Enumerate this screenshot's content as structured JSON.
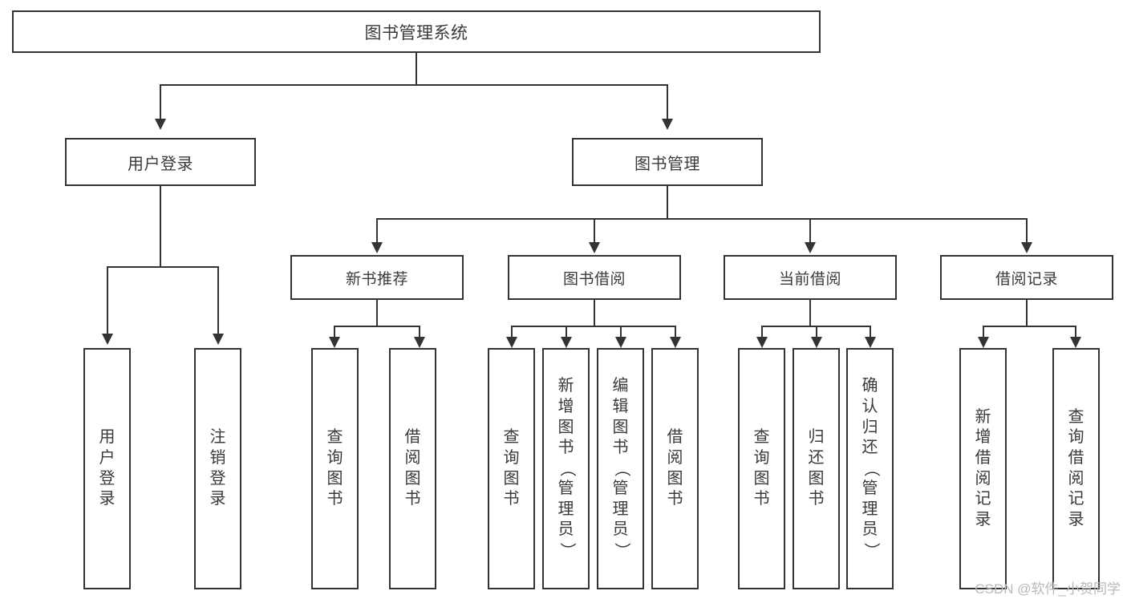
{
  "diagram": {
    "title": "图书管理系统",
    "type": "tree",
    "watermark": "CSDN @软件_小贺同学",
    "colors": {
      "box_border": "#333333",
      "box_fill": "#ffffff",
      "text": "#3a3a3a",
      "connector": "#333333",
      "background": "#ffffff",
      "watermark": "#b9b9b9"
    },
    "root": {
      "label": "图书管理系统"
    },
    "level1": [
      {
        "id": "user-login",
        "label": "用户登录"
      },
      {
        "id": "book-manage",
        "label": "图书管理"
      }
    ],
    "level2": [
      {
        "id": "new-book-recommend",
        "label": "新书推荐",
        "parent": "book-manage"
      },
      {
        "id": "book-borrow",
        "label": "图书借阅",
        "parent": "book-manage"
      },
      {
        "id": "current-borrow",
        "label": "当前借阅",
        "parent": "book-manage"
      },
      {
        "id": "borrow-record",
        "label": "借阅记录",
        "parent": "book-manage"
      }
    ],
    "leaves": {
      "user-login": [
        {
          "id": "leaf-user-login",
          "label": "用户登录"
        },
        {
          "id": "leaf-user-logout",
          "label": "注销登录"
        }
      ],
      "new-book-recommend": [
        {
          "id": "leaf-query-book-1",
          "label": "查询图书"
        },
        {
          "id": "leaf-borrow-book-1",
          "label": "借阅图书"
        }
      ],
      "book-borrow": [
        {
          "id": "leaf-query-book-2",
          "label": "查询图书"
        },
        {
          "id": "leaf-add-book",
          "label": "新增图书（管理员）"
        },
        {
          "id": "leaf-edit-book",
          "label": "编辑图书（管理员）"
        },
        {
          "id": "leaf-borrow-book-2",
          "label": "借阅图书"
        }
      ],
      "current-borrow": [
        {
          "id": "leaf-query-book-3",
          "label": "查询图书"
        },
        {
          "id": "leaf-return-book",
          "label": "归还图书"
        },
        {
          "id": "leaf-confirm-return",
          "label": "确认归还（管理员）"
        }
      ],
      "borrow-record": [
        {
          "id": "leaf-add-record",
          "label": "新增借阅记录"
        },
        {
          "id": "leaf-query-record",
          "label": "查询借阅记录"
        }
      ]
    }
  }
}
